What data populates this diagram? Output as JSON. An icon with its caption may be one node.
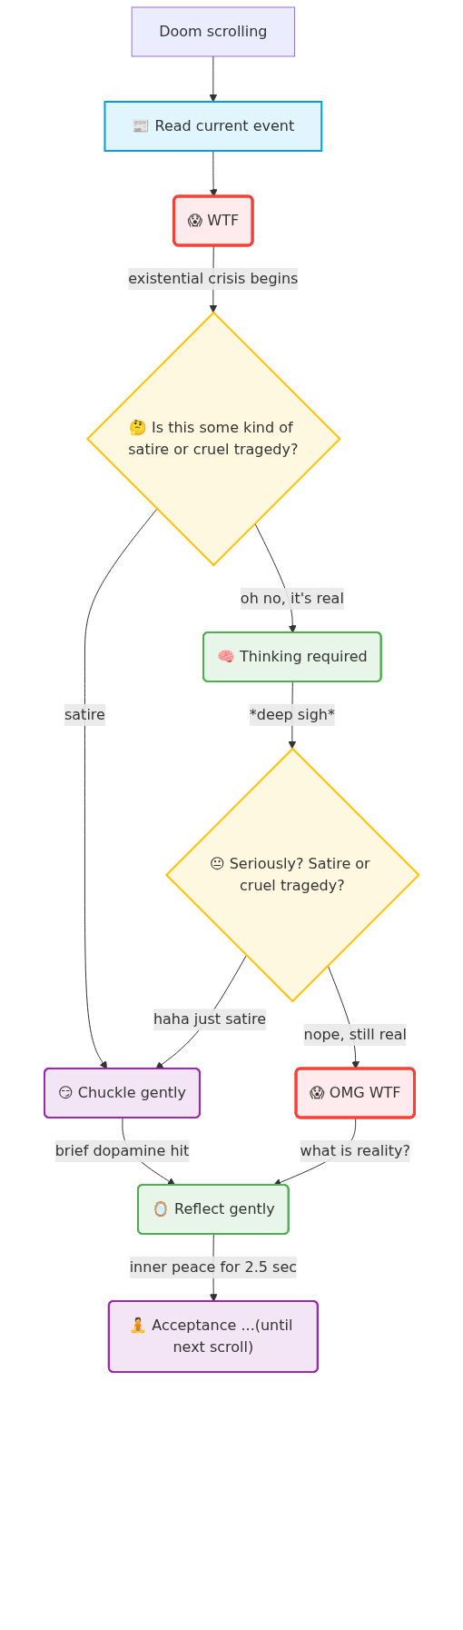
{
  "diagram": {
    "nodes": [
      {
        "text": [
          "Doom scrolling"
        ]
      },
      {
        "text": [
          "📰 Read current event"
        ]
      },
      {
        "text": [
          "😱 WTF"
        ]
      },
      {
        "text": [
          "🤔 Is this some kind of satire or cruel tragedy?"
        ]
      },
      {
        "text": [
          "🧠 Thinking required"
        ]
      },
      {
        "text": [
          "😐 Seriously? Satire or cruel tragedy?"
        ]
      },
      {
        "text": [
          "😏 Chuckle gently"
        ]
      },
      {
        "text": [
          "😱 OMG WTF"
        ]
      },
      {
        "text": [
          "🪞 Reflect gently"
        ]
      },
      {
        "text": [
          "🧘 Acceptance ...(until next scroll)"
        ]
      }
    ],
    "edges": [
      {
        "from": 0,
        "to": 1,
        "arrow": "to"
      },
      {
        "from": 1,
        "to": 2,
        "arrow": "to"
      },
      {
        "from": 2,
        "to": 3,
        "arrow": "to",
        "label": "existential crisis begins"
      },
      {
        "from": 3,
        "to": 6,
        "arrow": "to",
        "label": "satire"
      },
      {
        "from": 3,
        "to": 4,
        "arrow": "to",
        "label": "oh no, it's real"
      },
      {
        "from": 4,
        "to": 5,
        "arrow": "to",
        "label": "*deep sigh*"
      },
      {
        "from": 5,
        "to": 6,
        "arrow": "to",
        "label": "haha just satire"
      },
      {
        "from": 5,
        "to": 7,
        "arrow": "to",
        "label": "nope, still real"
      },
      {
        "from": 6,
        "to": 8,
        "arrow": "to",
        "label": "brief dopamine hit"
      },
      {
        "from": 7,
        "to": 8,
        "arrow": "to",
        "label": "what is reality?"
      },
      {
        "from": 8,
        "to": 9,
        "arrow": "to",
        "label": "inner peace for 2.5 sec"
      }
    ]
  }
}
